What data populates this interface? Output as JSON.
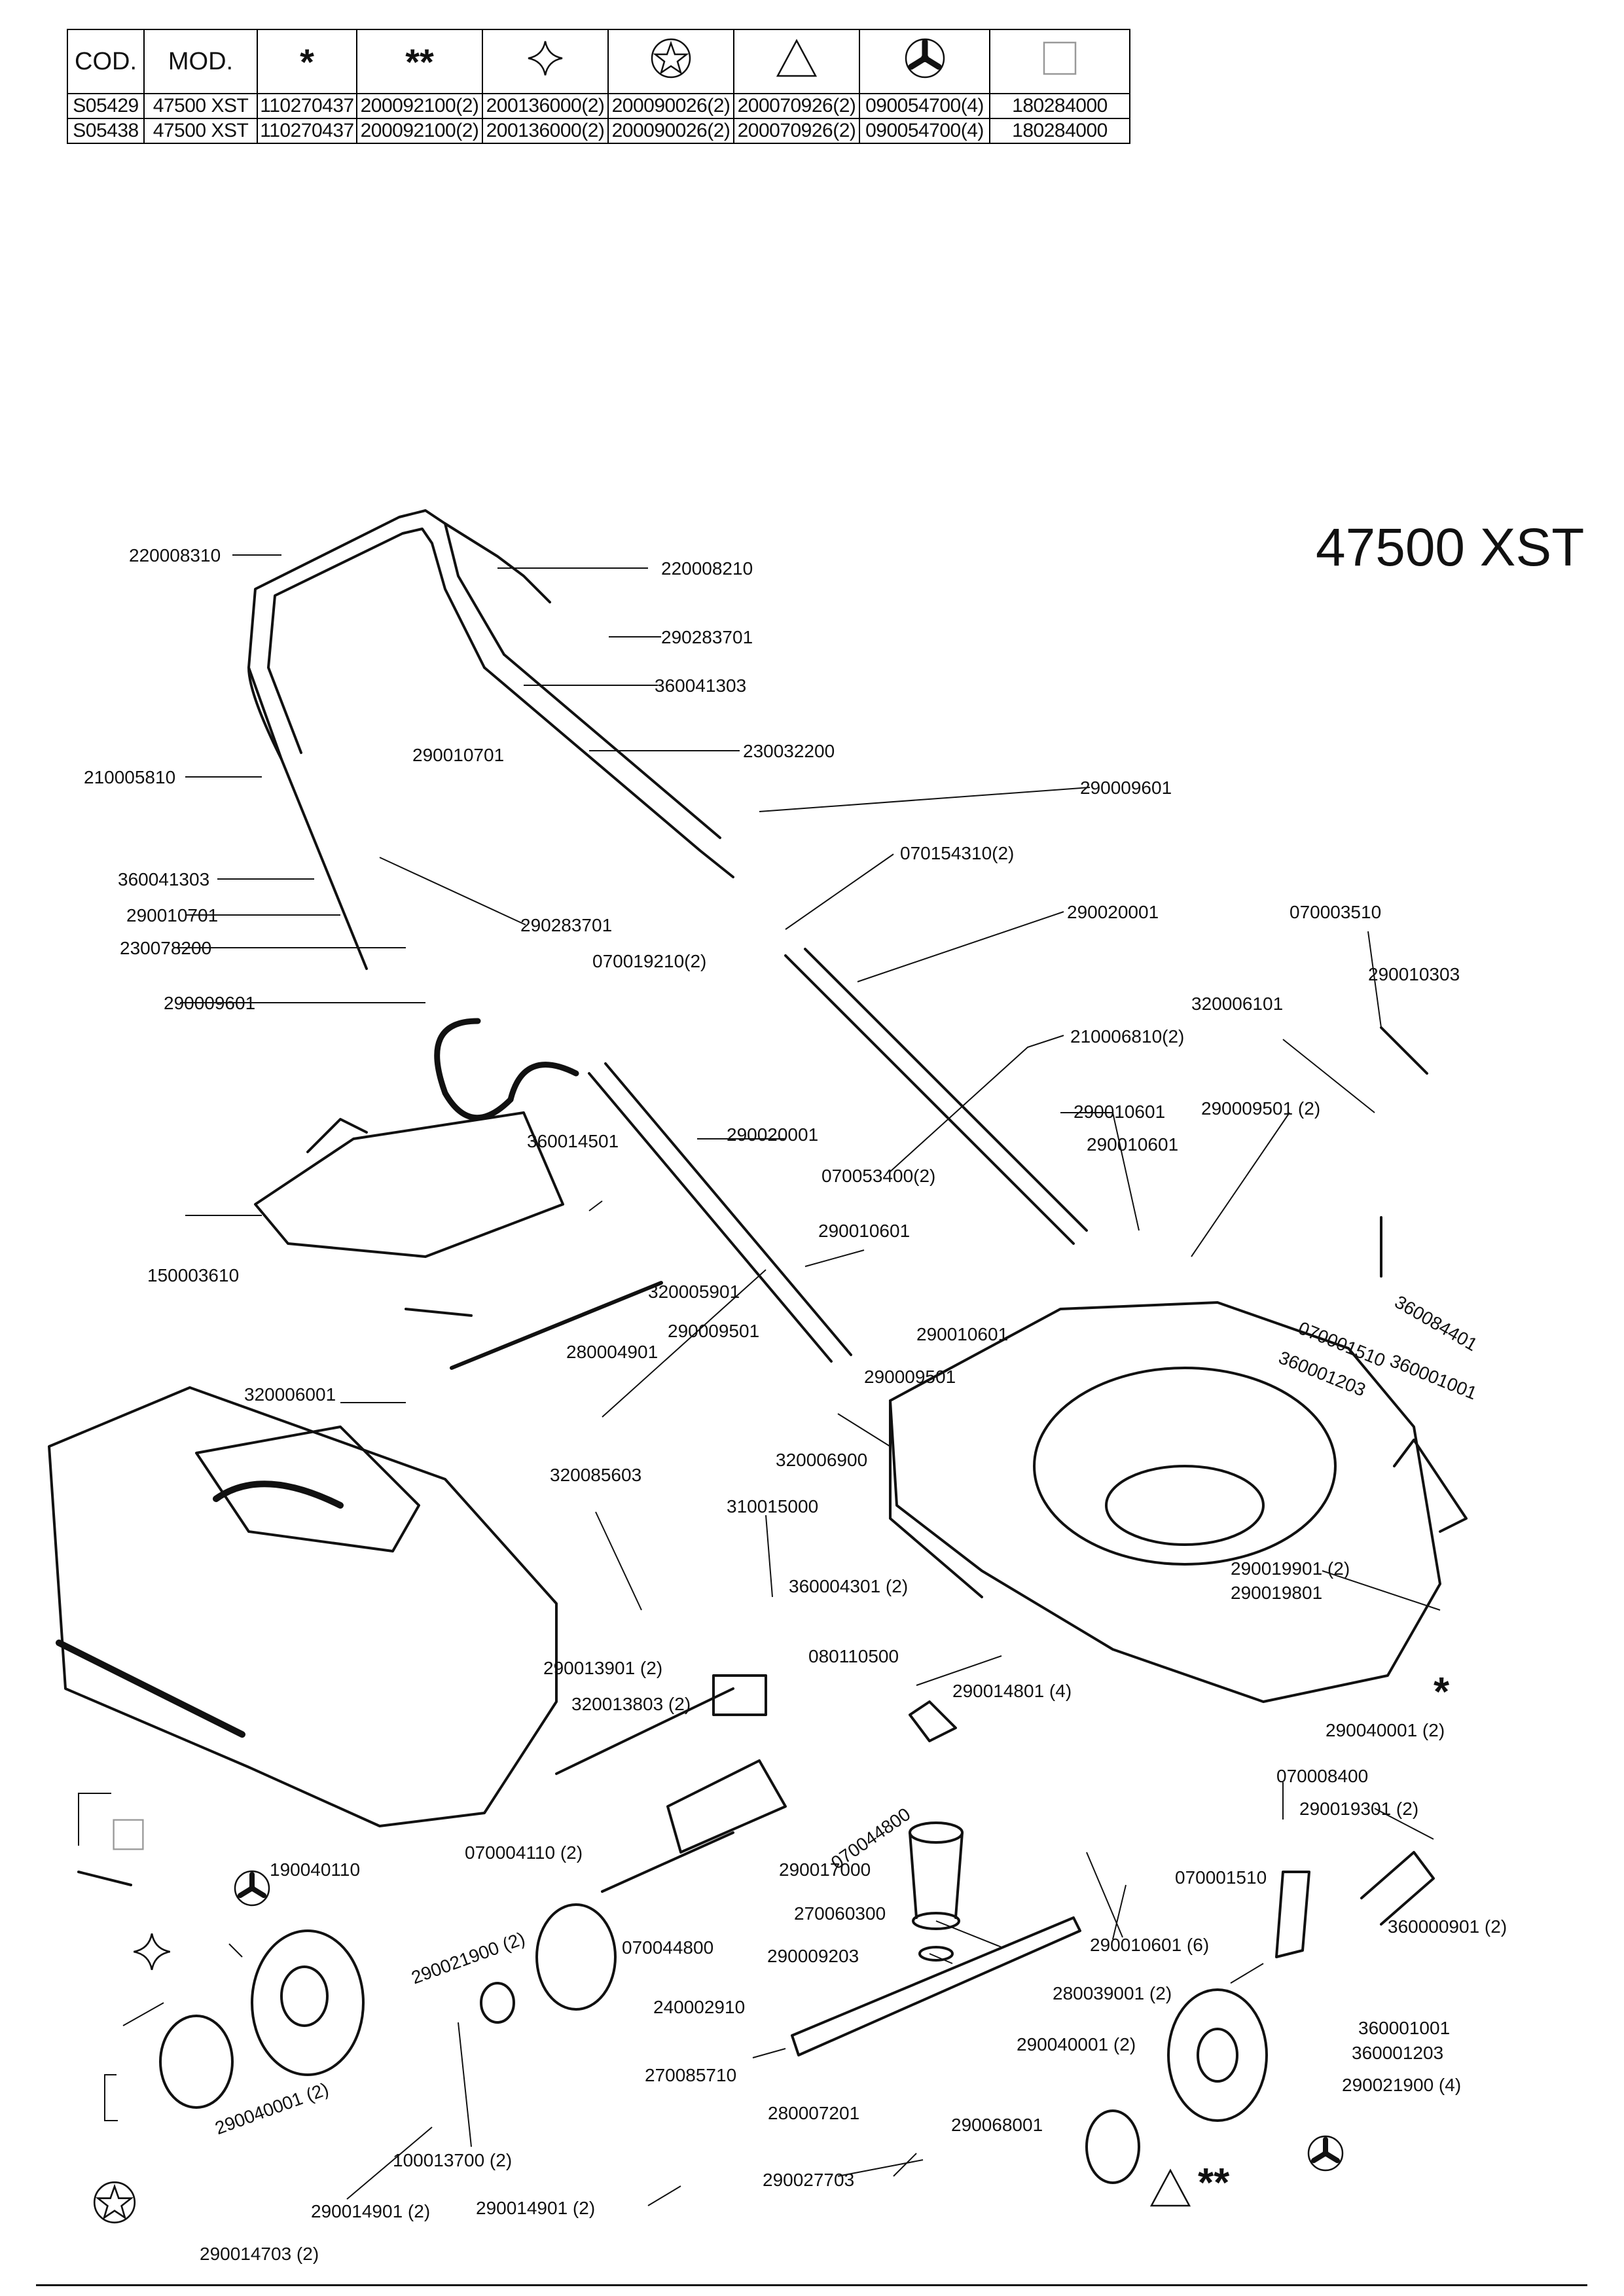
{
  "table": {
    "headers": [
      "COD.",
      "MOD.",
      "*",
      "**",
      "star-diamond-icon",
      "circle-star-icon",
      "triangle-icon",
      "hub-wheel-icon",
      "square-icon"
    ],
    "header_labels": {
      "cod": "COD.",
      "mod": "MOD.",
      "ast1": "*",
      "ast2": "**"
    },
    "rows": [
      [
        "S05429",
        "47500 XST",
        "110270437",
        "200092100(2)",
        "200136000(2)",
        "200090026(2)",
        "200070926(2)",
        "090054700(4)",
        "180284000"
      ],
      [
        "S05438",
        "47500 XST",
        "110270437",
        "200092100(2)",
        "200136000(2)",
        "200090026(2)",
        "200070926(2)",
        "090054700(4)",
        "180284000"
      ]
    ]
  },
  "model_title": "47500 XST",
  "callouts": {
    "c01": "220008310",
    "c02": "220008210",
    "c03": "290283701",
    "c04": "360041303",
    "c05": "290010701",
    "c06": "230032200",
    "c07": "210005810",
    "c08": "290009601",
    "c09": "070154310(2)",
    "c10": "360041303",
    "c11": "290020001",
    "c12": "070003510",
    "c13": "290010701",
    "c14": "290283701",
    "c15": "230078200",
    "c16": "070019210(2)",
    "c17": "290010303",
    "c18": "290009601",
    "c19": "320006101",
    "c20": "210006810(2)",
    "c21": "290010601",
    "c22": "360014501",
    "c23": "290020001",
    "c24": "290010601",
    "c25": "290009501 (2)",
    "c26": "070053400(2)",
    "c27": "150003610",
    "c28": "290010601",
    "c29": "320005901",
    "c30": "360084401",
    "c31": "070001510",
    "c32": "360001001",
    "c33": "290009501",
    "c34": "290010601",
    "c35": "360001203",
    "c36": "280004901",
    "c37": "290009501",
    "c38": "320006001",
    "c39": "320006900",
    "c40": "320085603",
    "c41": "310015000",
    "c42": "360004301 (2)",
    "c43": "290019901 (2)",
    "c44": "290019801",
    "c45": "080110500",
    "c46": "290013901 (2)",
    "c47": "290014801 (4)",
    "c48": "320013803 (2)",
    "c49": "290040001 (2)",
    "c50": "070008400",
    "c51": "070044800",
    "c52": "290019301 (2)",
    "c53": "070004110 (2)",
    "c54": "190040110",
    "c55": "290017000",
    "c56": "070001510",
    "c57": "290021900 (2)",
    "c58": "270060300",
    "c59": "070044800",
    "c60": "360000901 (2)",
    "c61": "290009203",
    "c62": "290010601 (6)",
    "c63": "240002910",
    "c64": "280039001 (2)",
    "c65": "360001001",
    "c66": "360001203",
    "c67": "290021900 (4)",
    "c68": "290040001 (2)",
    "c69": "270085710",
    "c70": "290040001 (2)",
    "c71": "280007201",
    "c72": "290068001",
    "c73": "100013700 (2)",
    "c74": "290027703",
    "c75": "290014901 (2)",
    "c76": "290014901 (2)",
    "c77": "290014703 (2)"
  },
  "markers": {
    "single": "*",
    "double": "**"
  },
  "colors": {
    "ink": "#111111",
    "background": "#ffffff"
  }
}
